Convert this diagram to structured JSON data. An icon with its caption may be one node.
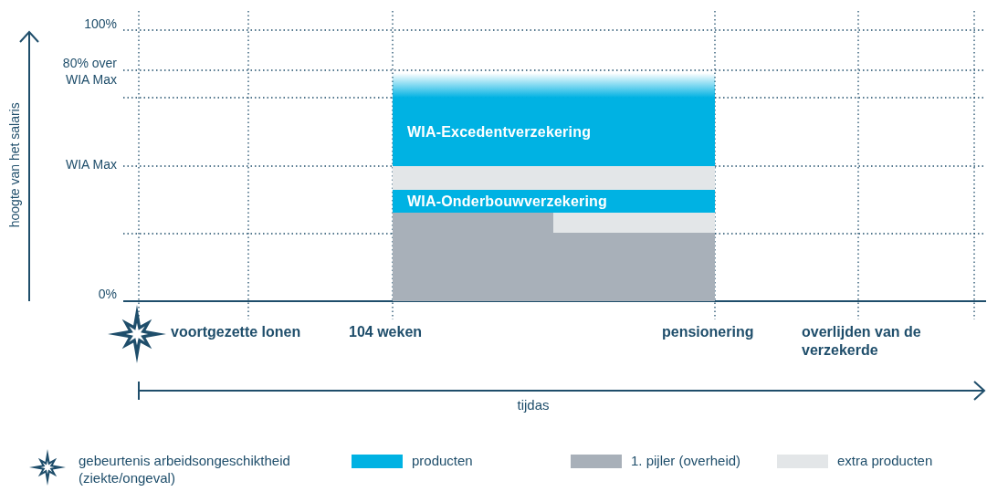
{
  "diagram": {
    "nodes": [
      {
        "text": [
          "WIA-Excedentverzekering"
        ]
      },
      {
        "text": [],
        "shape": "bar"
      },
      {
        "text": [
          "WIA-Onderbouwverzekering"
        ]
      },
      {
        "text": [],
        "shape": "bar"
      },
      {
        "text": [],
        "shape": "bar"
      },
      {
        "text": [],
        "shape": "bar"
      }
    ],
    "labels": [
      "100%",
      "80% over WIA Max",
      "WIA Max",
      "0%",
      "hoogte van het salaris",
      "voortgezette lonen",
      "104 weken",
      "pensionering",
      "overlijden van de verzekerde",
      "tijdas"
    ],
    "legend": [
      {
        "text": "gebeurtenis arbeidsongeschiktheid (ziekte/ongeval)"
      },
      {
        "text": "producten",
        "color": "#00b2e3"
      },
      {
        "text": "1. pijler (overheid)",
        "color": "#a8b0b9"
      },
      {
        "text": "extra producten",
        "color": "#e3e6e8"
      }
    ]
  }
}
